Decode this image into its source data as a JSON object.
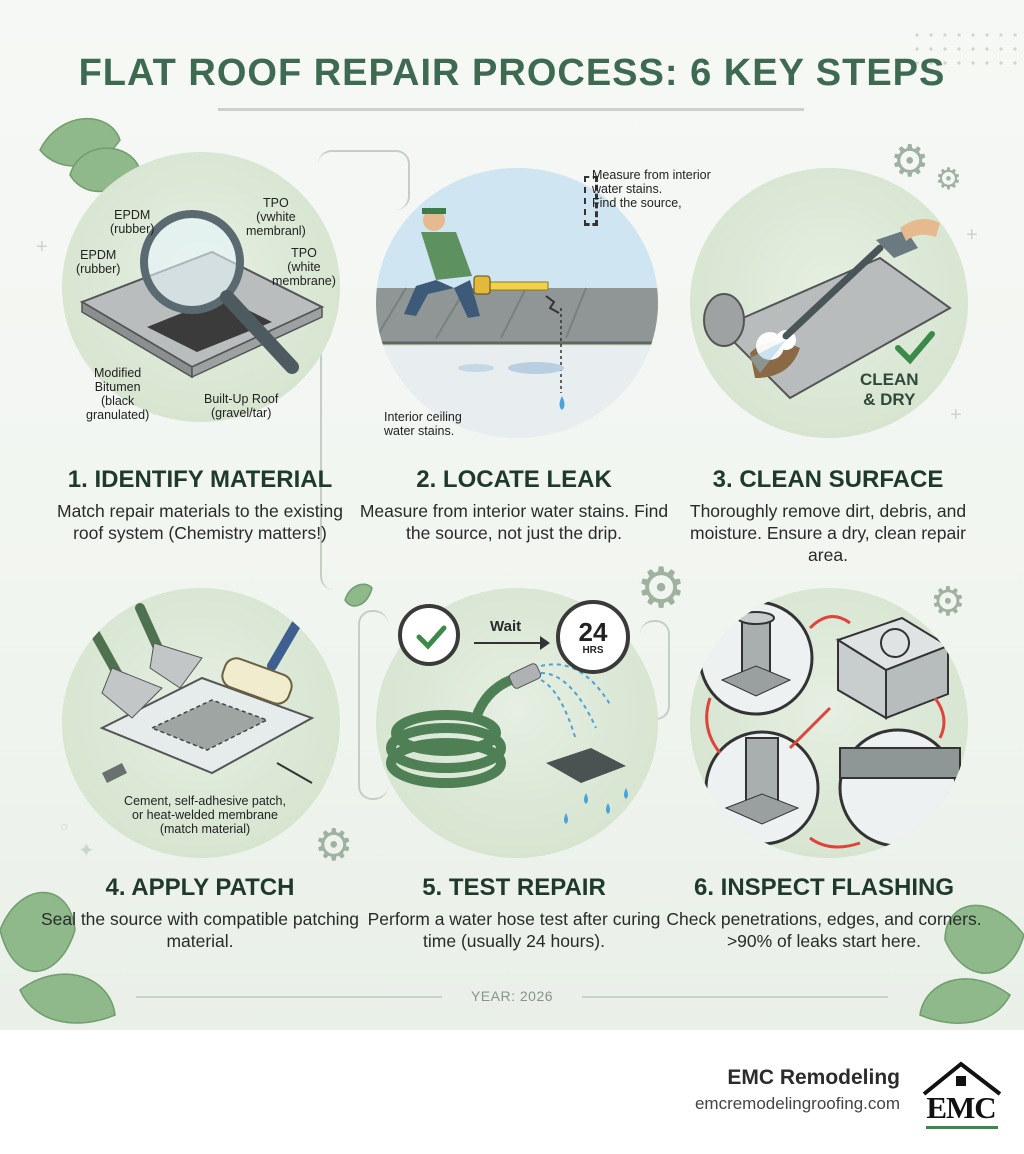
{
  "title": "FLAT ROOF REPAIR PROCESS: 6 KEY STEPS",
  "steps": [
    {
      "heading": "1. IDENTIFY MATERIAL",
      "desc": "Match repair materials to the existing roof system (Chemistry matters!)",
      "labels": {
        "epdm_top": "EPDM\n(rubber)",
        "epdm_left": "EPDM\n(rubber)",
        "tpo_top": "TPO\n(vwhite\nmembranl)",
        "tpo_right": "TPO\n(white\nmembrane)",
        "modbit": "Modified\nBitumen\n(black\ngranulated)",
        "bur": "Built-Up Roof\n(gravel/tar)"
      }
    },
    {
      "heading": "2. LOCATE LEAK",
      "desc": "Measure from interior water stains. Find the source, not just the drip.",
      "labels": {
        "measure": "Measure from interior\nwater stains.\nFind the source,",
        "ceiling": "Interior ceiling\nwater stains."
      }
    },
    {
      "heading": "3. CLEAN SURFACE",
      "desc": "Thoroughly remove dirt, debris, and moisture. Ensure a dry, clean repair area.",
      "labels": {
        "clean_dry": "CLEAN\n& DRY"
      }
    },
    {
      "heading": "4. APPLY PATCH",
      "desc": "Seal the source with compatible patching material.",
      "labels": {
        "patch": "Cement, self-adhesive patch,\nor heat-welded membrane\n(match material)"
      }
    },
    {
      "heading": "5. TEST REPAIR",
      "desc": "Perform a water hose test after curing time (usually 24 hours).",
      "labels": {
        "wait": "Wait",
        "hours": "24",
        "hrs": "HRS"
      }
    },
    {
      "heading": "6. INSPECT FLASHING",
      "desc": "Check penetrations, edges, and corners. >90% of leaks start here.",
      "labels": {}
    }
  ],
  "year": "YEAR: 2026",
  "footer": {
    "brand": "EMC Remodeling",
    "url": "emcremodelingroofing.com",
    "logo_text": "EMC"
  },
  "icons": [
    "magnifier-icon",
    "measuring-tape-icon",
    "pressure-washer-icon",
    "checkmark-icon",
    "trowel-icon",
    "paint-roller-icon",
    "clock-icon",
    "garden-hose-icon",
    "hvac-unit-icon",
    "vent-pipe-icon",
    "gear-icon",
    "leaf-icon",
    "house-roof-icon"
  ],
  "colors": {
    "title": "#3e6a52",
    "heading": "#1f3a2c",
    "circle": "#d7e5d1",
    "accent_green": "#3c8a4a",
    "arrow_red": "#e0433a",
    "water_blue": "#4aa3d8"
  }
}
